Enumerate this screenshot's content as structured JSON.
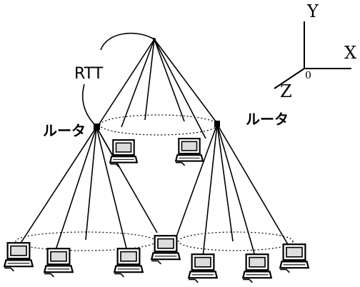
{
  "labels": {
    "rtt": "RTT",
    "router_left": "ルータ",
    "router_right": "ルータ"
  },
  "axes": {
    "y": "Y",
    "x": "X",
    "z": "Z",
    "origin": "0"
  },
  "colors": {
    "ink": "#000000",
    "screen_fill": "#f2f2f2",
    "background": "#ffffff"
  }
}
